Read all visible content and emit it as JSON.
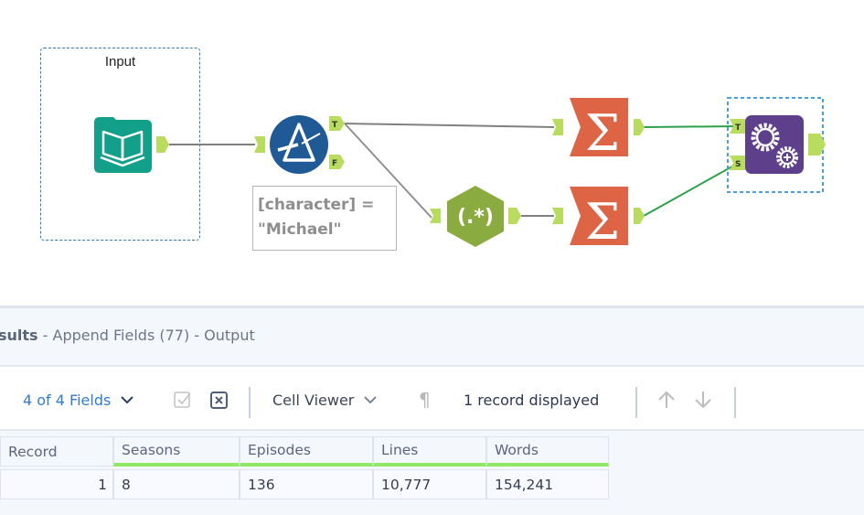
{
  "canvas": {
    "container": {
      "title": "Input"
    },
    "annotation": {
      "line1": "[character] =",
      "line2": "\"Michael\""
    },
    "tools": [
      {
        "name": "Input Data",
        "icon": "book-icon",
        "color": "#13a08a"
      },
      {
        "name": "Filter",
        "icon": "filter-prism-icon",
        "color": "#1f5a96",
        "anchors": [
          "T",
          "F"
        ]
      },
      {
        "name": "RegEx",
        "icon": "regex-icon",
        "label": "(.*)",
        "color": "#8aab3f"
      },
      {
        "name": "Summarize 1",
        "icon": "sigma-icon",
        "color": "#de6446"
      },
      {
        "name": "Summarize 2",
        "icon": "sigma-icon",
        "color": "#de6446"
      },
      {
        "name": "Append Fields",
        "icon": "gears-plus-icon",
        "color": "#5d3f8c",
        "anchors": [
          "T",
          "S"
        ]
      }
    ],
    "anchor_color": "#b7dc5e",
    "connection_color": "#808080",
    "selected_connection_color": "#2aa14a"
  },
  "results": {
    "header_bold": "sults",
    "header_rest": " - Append Fields (77) - Output",
    "toolbar": {
      "fields_label": "4 of 4 Fields",
      "cell_viewer_label": "Cell Viewer",
      "records_label": "1 record displayed"
    },
    "table": {
      "columns": [
        "Record",
        "Seasons",
        "Episodes",
        "Lines",
        "Words"
      ],
      "rows": [
        [
          "1",
          "8",
          "136",
          "10,777",
          "154,241"
        ]
      ]
    }
  }
}
